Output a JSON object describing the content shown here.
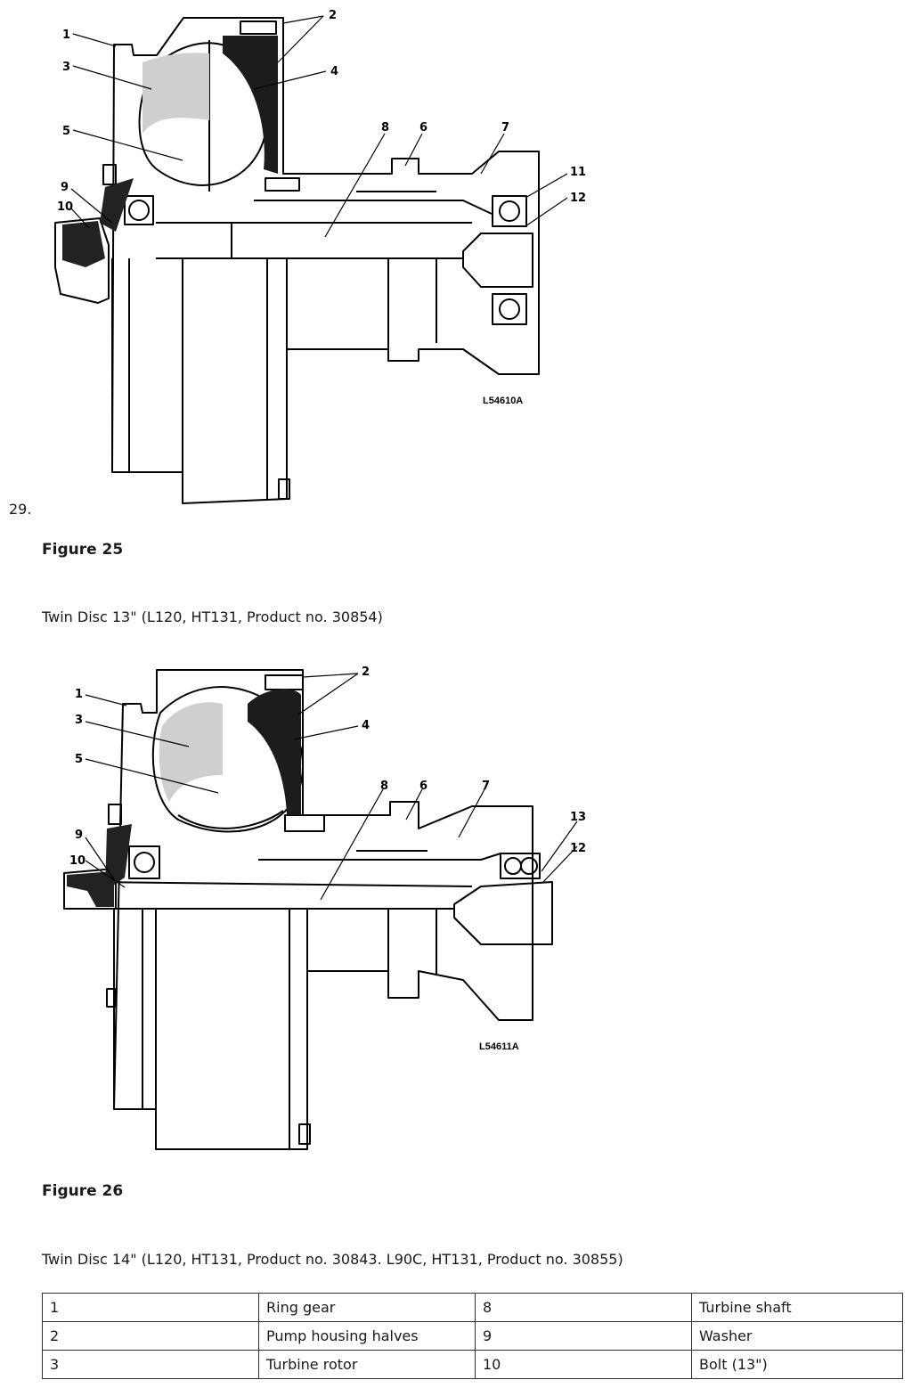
{
  "step_number": "29.",
  "figure_25": {
    "title": "Figure 25",
    "caption": "Twin Disc 13\" (L120, HT131, Product no. 30854)",
    "drawing_code": "L54610A",
    "callouts": [
      "1",
      "2",
      "3",
      "4",
      "5",
      "6",
      "7",
      "8",
      "9",
      "10",
      "11",
      "12"
    ]
  },
  "figure_26": {
    "title": "Figure 26",
    "caption": "Twin Disc 14\" (L120, HT131, Product no. 30843. L90C, HT131, Product no. 30855)",
    "drawing_code": "L54611A",
    "callouts": [
      "1",
      "2",
      "3",
      "4",
      "5",
      "6",
      "7",
      "8",
      "9",
      "10",
      "13",
      "12"
    ]
  },
  "parts_table": {
    "rows": [
      [
        "1",
        "Ring gear",
        "8",
        "Turbine shaft"
      ],
      [
        "2",
        "Pump housing halves",
        "9",
        "Washer"
      ],
      [
        "3",
        "Turbine rotor",
        "10",
        "Bolt (13\")"
      ]
    ]
  }
}
